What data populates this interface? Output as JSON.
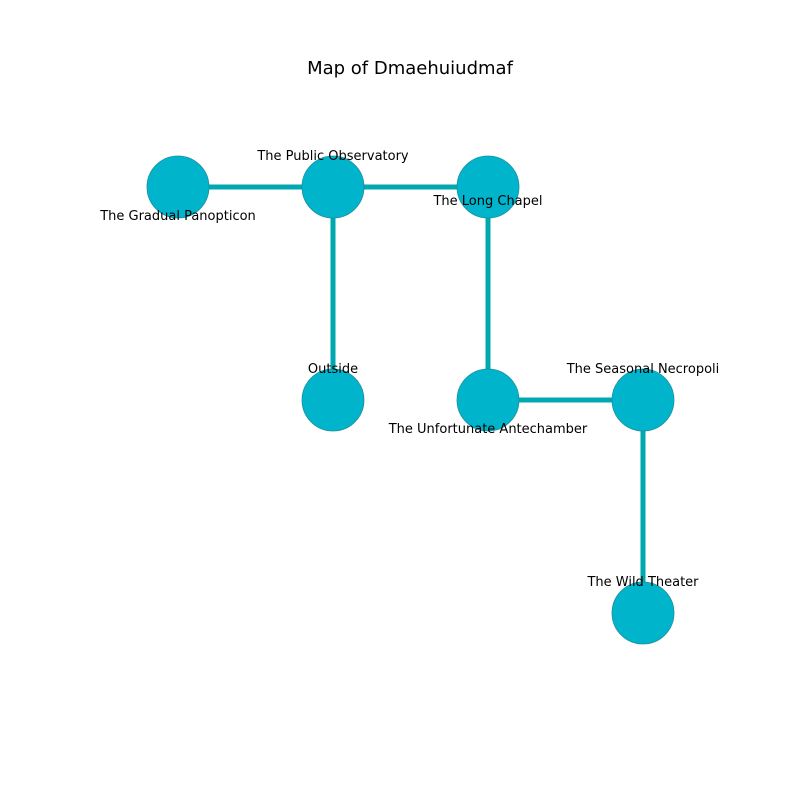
{
  "title": "Map of Dmaehuiudmaf",
  "colors": {
    "node_fill": "#00b4cc",
    "node_stroke": "#1a8fa0",
    "edge": "#00a8b0",
    "text": "#000000",
    "background": "#ffffff"
  },
  "nodes": [
    {
      "id": "gradual-panopticon",
      "label": "The Gradual Panopticon",
      "col": 0,
      "row": 0,
      "label_pos": "below"
    },
    {
      "id": "public-observatory",
      "label": "The Public Observatory",
      "col": 1,
      "row": 0,
      "label_pos": "above"
    },
    {
      "id": "long-chapel",
      "label": "The Long Chapel",
      "col": 2,
      "row": 0,
      "label_pos": "on"
    },
    {
      "id": "outside",
      "label": "Outside",
      "col": 1,
      "row": 1,
      "label_pos": "above"
    },
    {
      "id": "unfortunate-antechamber",
      "label": "The Unfortunate Antechamber",
      "col": 2,
      "row": 1,
      "label_pos": "below"
    },
    {
      "id": "seasonal-necropoli",
      "label": "The Seasonal Necropoli",
      "col": 3,
      "row": 1,
      "label_pos": "above"
    },
    {
      "id": "wild-theater",
      "label": "The Wild Theater",
      "col": 3,
      "row": 2,
      "label_pos": "above"
    }
  ],
  "edges": [
    [
      "gradual-panopticon",
      "public-observatory"
    ],
    [
      "public-observatory",
      "long-chapel"
    ],
    [
      "public-observatory",
      "outside"
    ],
    [
      "long-chapel",
      "unfortunate-antechamber"
    ],
    [
      "unfortunate-antechamber",
      "seasonal-necropoli"
    ],
    [
      "seasonal-necropoli",
      "wild-theater"
    ]
  ]
}
